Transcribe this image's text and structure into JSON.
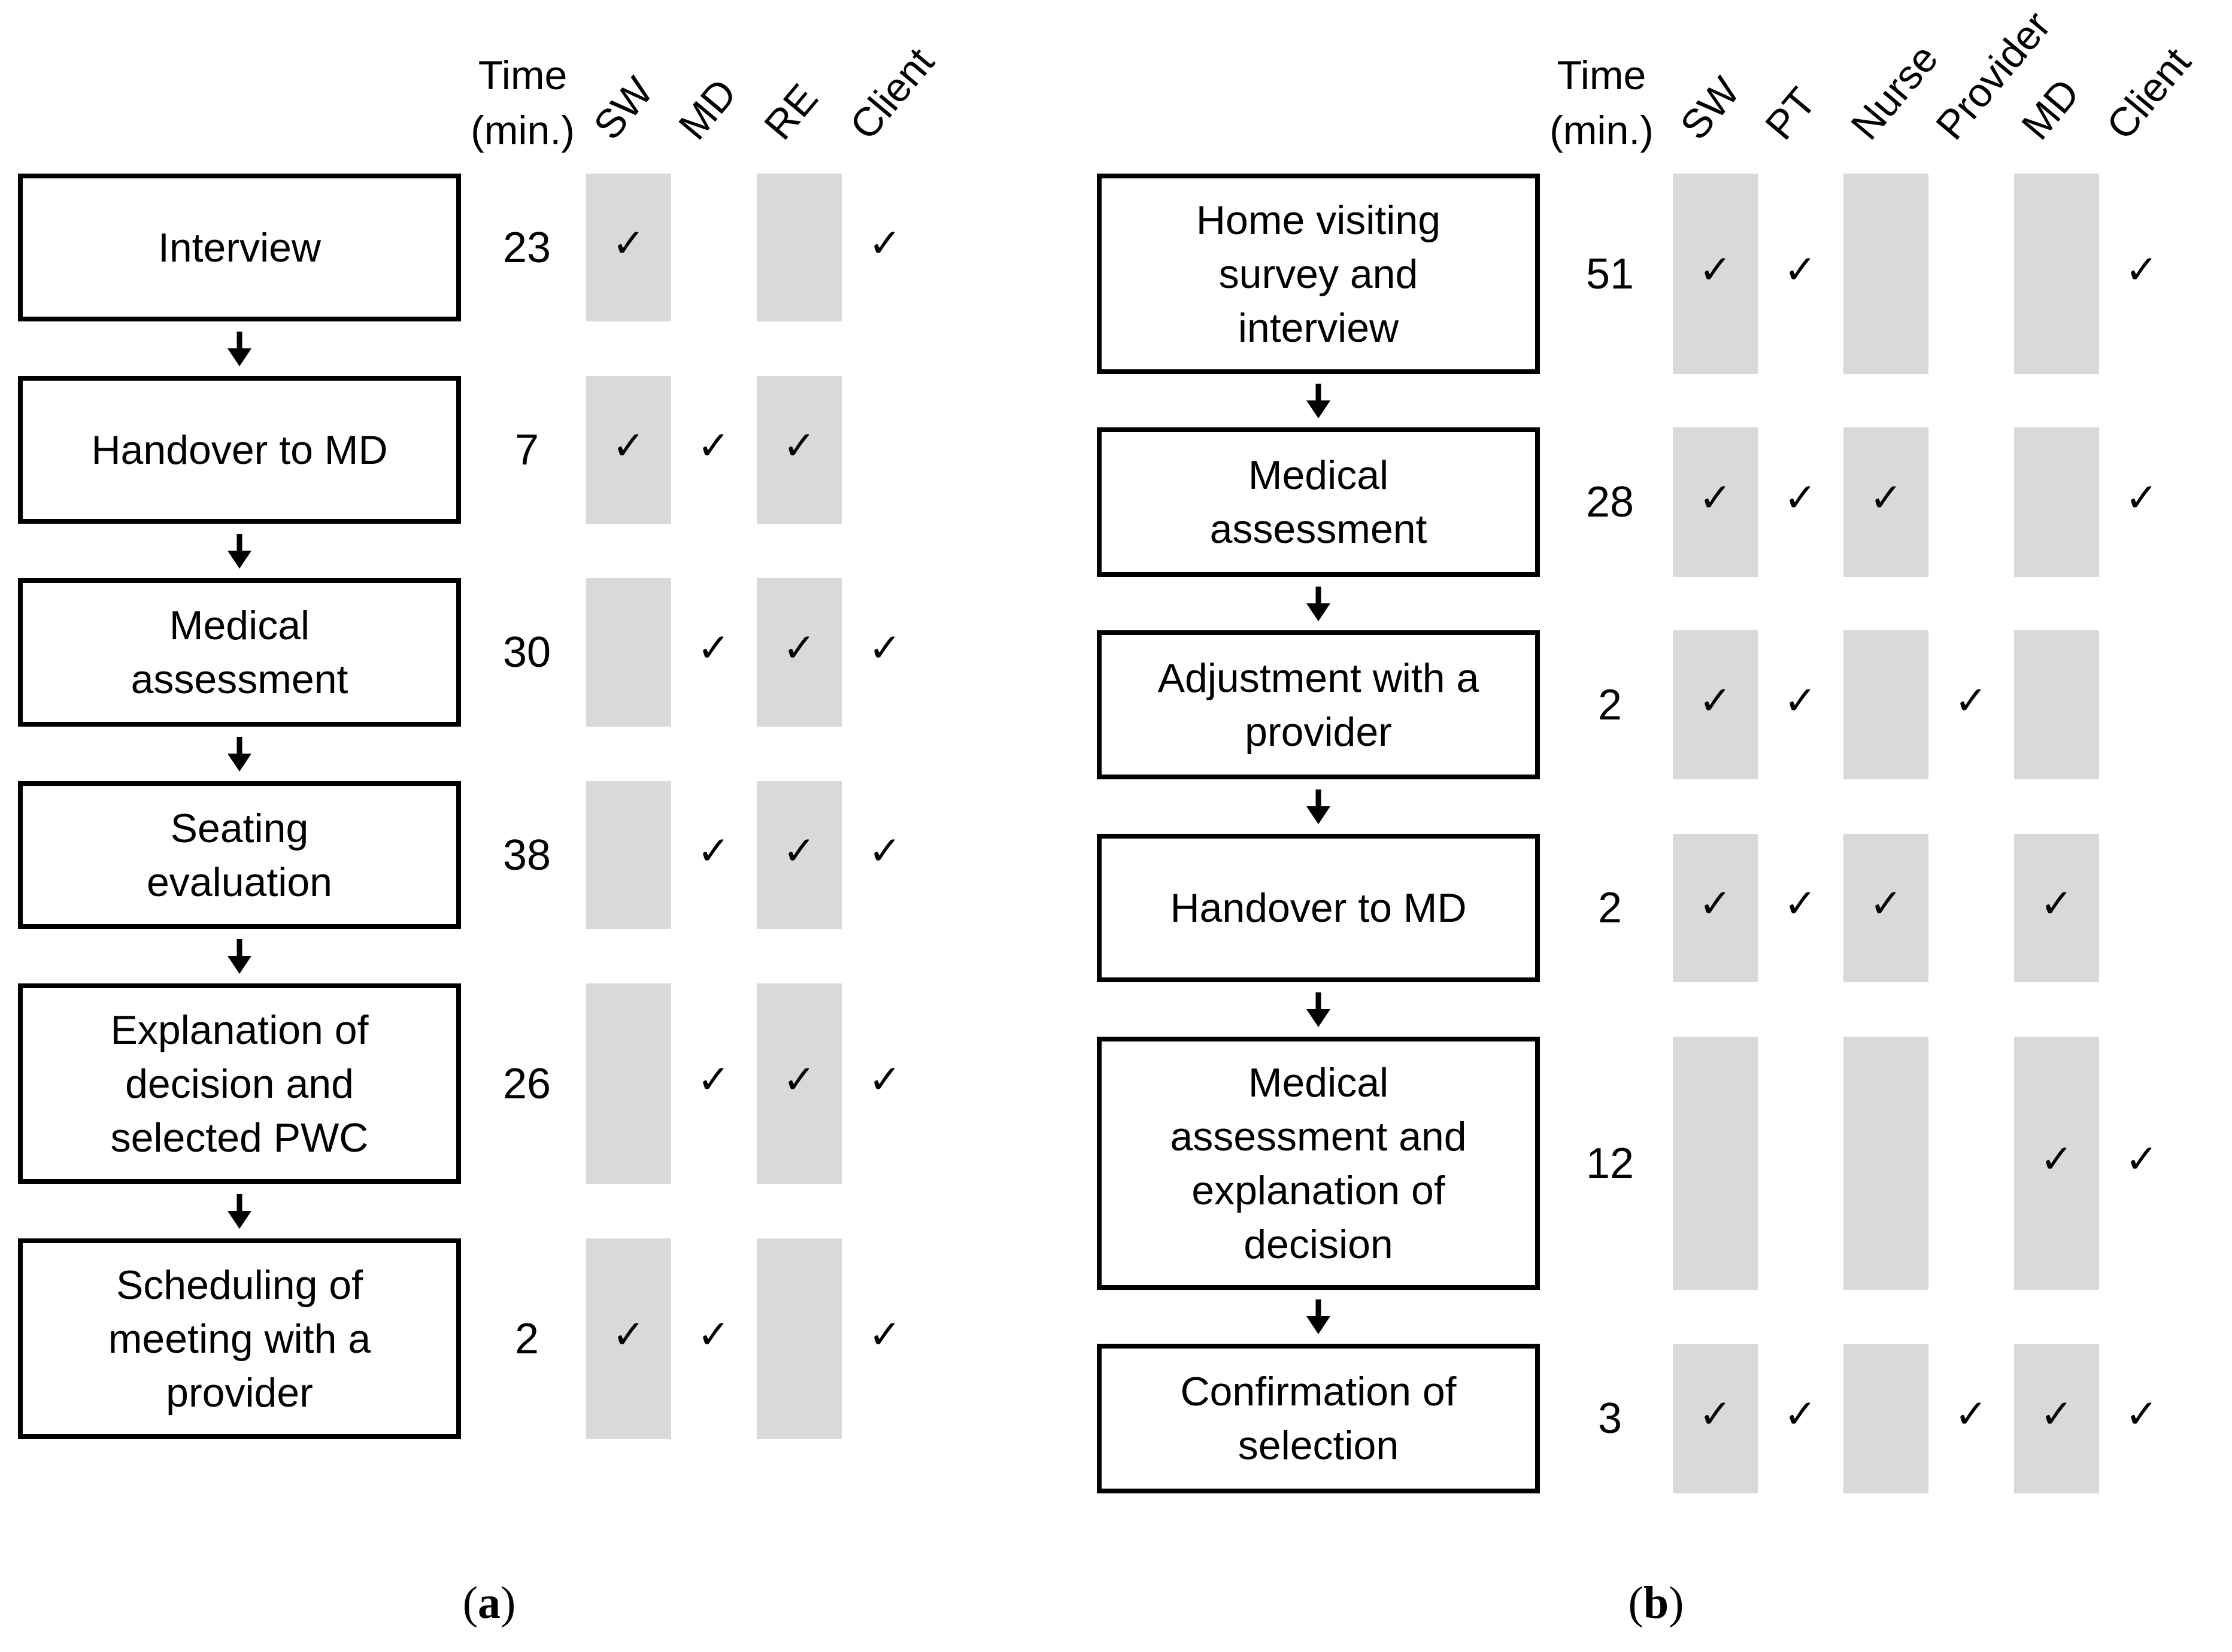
{
  "panels": [
    {
      "id": "a",
      "label_open": "(",
      "label_letter": "a",
      "label_close": ")",
      "time_header": "Time\n(min.)",
      "check_glyph": "✓",
      "roles": [
        "SW",
        "MD",
        "RE",
        "Client"
      ],
      "shaded_roles": [
        true,
        false,
        true,
        false
      ],
      "steps": [
        {
          "text": "Interview",
          "time": "23",
          "checks": [
            true,
            false,
            false,
            true
          ]
        },
        {
          "text": "Handover to MD",
          "time": "7",
          "checks": [
            true,
            true,
            true,
            false
          ]
        },
        {
          "text": "Medical\nassessment",
          "time": "30",
          "checks": [
            false,
            true,
            true,
            true
          ]
        },
        {
          "text": "Seating\nevaluation",
          "time": "38",
          "checks": [
            false,
            true,
            true,
            true
          ]
        },
        {
          "text": "Explanation of\ndecision and\nselected PWC",
          "time": "26",
          "checks": [
            false,
            true,
            true,
            true
          ]
        },
        {
          "text": "Scheduling of\nmeeting with a\nprovider",
          "time": "2",
          "checks": [
            true,
            true,
            false,
            true
          ]
        }
      ]
    },
    {
      "id": "b",
      "label_open": "(",
      "label_letter": "b",
      "label_close": ")",
      "time_header": "Time\n(min.)",
      "check_glyph": "✓",
      "roles": [
        "SW",
        "PT",
        "Nurse",
        "Provider",
        "MD",
        "Client"
      ],
      "shaded_roles": [
        true,
        false,
        true,
        false,
        true,
        false
      ],
      "steps": [
        {
          "text": "Home visiting\nsurvey and\ninterview",
          "time": "51",
          "checks": [
            true,
            true,
            false,
            false,
            false,
            true
          ]
        },
        {
          "text": "Medical\nassessment",
          "time": "28",
          "checks": [
            true,
            true,
            true,
            false,
            false,
            true
          ]
        },
        {
          "text": "Adjustment with a\nprovider",
          "time": "2",
          "checks": [
            true,
            true,
            false,
            true,
            false,
            false
          ]
        },
        {
          "text": "Handover to MD",
          "time": "2",
          "checks": [
            true,
            true,
            true,
            false,
            true,
            false
          ]
        },
        {
          "text": "Medical\nassessment and\nexplanation of\ndecision",
          "time": "12",
          "checks": [
            false,
            false,
            false,
            false,
            true,
            true
          ]
        },
        {
          "text": "Confirmation of\nselection",
          "time": "3",
          "checks": [
            true,
            true,
            false,
            true,
            true,
            true
          ]
        }
      ]
    }
  ]
}
